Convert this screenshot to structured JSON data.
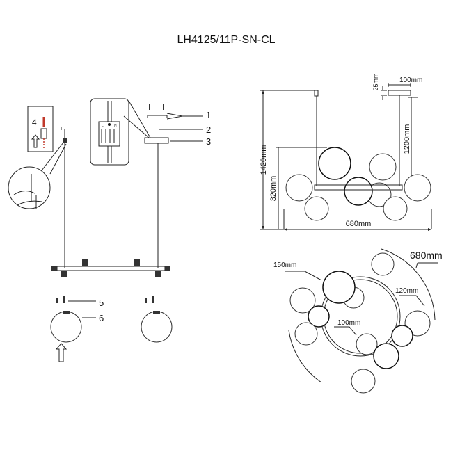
{
  "title": "LH4125/11P-SN-CL",
  "assembly": {
    "callouts": [
      "1",
      "2",
      "3",
      "4",
      "5",
      "6"
    ],
    "terminal_labels": [
      "L",
      "N"
    ]
  },
  "side_view": {
    "total_height": "1420mm",
    "body_height": "320mm",
    "width": "680mm",
    "canopy_diameter": "100mm",
    "canopy_height": "25mm",
    "cable_length": "1200mm"
  },
  "top_view": {
    "span": "680mm",
    "large_globe": "150mm",
    "medium_globe": "120mm",
    "small_globe": "100mm"
  },
  "colors": {
    "line": "#222222",
    "accent": "#c0392b"
  }
}
